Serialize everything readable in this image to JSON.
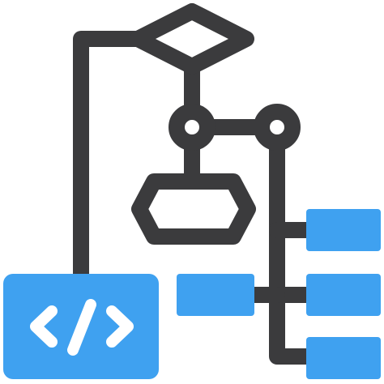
{
  "icon": {
    "name": "code-flowchart-icon",
    "colors": {
      "stroke": "#3b3b3d",
      "accent": "#3fa1f0",
      "code_glyph": "#ffffff",
      "background": "#ffffff"
    },
    "parts": [
      "decision-diamond",
      "junction-nodes",
      "hexagon-process",
      "code-window",
      "output-blocks"
    ]
  }
}
